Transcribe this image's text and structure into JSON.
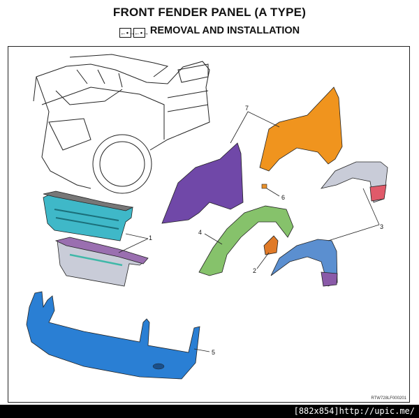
{
  "header": {
    "title": "FRONT FENDER PANEL (A TYPE)",
    "subtitle": "REMOVAL AND INSTALLATION",
    "icons": [
      "remove-install-icon",
      "remove-install-icon"
    ],
    "icon_glyph": "←•→"
  },
  "diagram": {
    "callouts": [
      "1",
      "2",
      "3",
      "4",
      "5",
      "6",
      "7"
    ],
    "code": "RTW728LF000201",
    "parts": [
      {
        "callout": "1",
        "name": "radiator-grille",
        "color": "#3fb8c8"
      },
      {
        "callout": "2",
        "name": "bracket",
        "color": "#e07a28"
      },
      {
        "callout": "3",
        "name": "wheel-arch-moulding",
        "color": "#5b8fd0"
      },
      {
        "callout": "4",
        "name": "fender-liner",
        "color": "#86c26b"
      },
      {
        "callout": "5",
        "name": "front-bumper",
        "color": "#2a7fd4"
      },
      {
        "callout": "6",
        "name": "clip",
        "color": "#e8902a"
      },
      {
        "callout": "7",
        "name": "front-fender-panel",
        "color": "#f0941e"
      }
    ]
  },
  "watermark": "[882x854]http://upic.me/"
}
